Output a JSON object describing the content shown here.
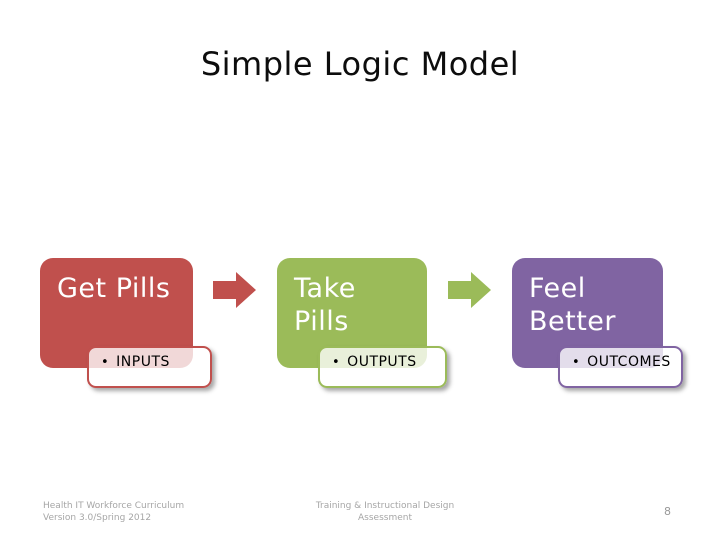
{
  "slide": {
    "title": "Simple Logic Model",
    "background_color": "#ffffff"
  },
  "diagram": {
    "bullet": "•",
    "steps": [
      {
        "title_lines": [
          "Get Pills"
        ],
        "sub_label": "INPUTS",
        "color": "#C0504D"
      },
      {
        "title_lines": [
          "Take",
          "Pills"
        ],
        "sub_label": "OUTPUTS",
        "color": "#9BBB59"
      },
      {
        "title_lines": [
          "Feel",
          "Better"
        ],
        "sub_label": "OUTCOMES",
        "color": "#8064A2"
      }
    ]
  },
  "footer": {
    "left_line1": "Health IT Workforce Curriculum",
    "left_line2": "Version 3.0/Spring 2012",
    "center_line1": "Training & Instructional Design",
    "center_line2": "Assessment",
    "page_number": "8"
  }
}
